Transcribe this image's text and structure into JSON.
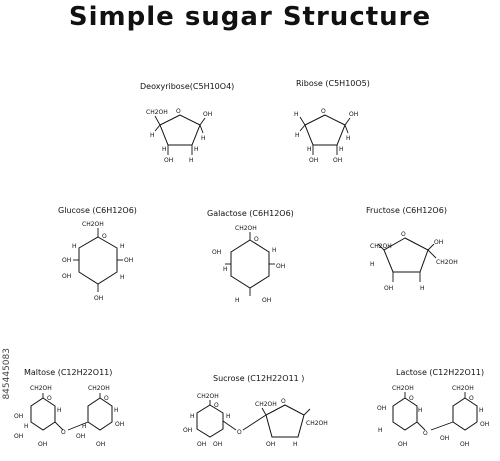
{
  "title": "Simple sugar Structure",
  "stock_id": "845445083",
  "sugars": {
    "deoxyribose": {
      "name": "Deoxyribose(C5H10O4)",
      "ch2oh": "CH2OH",
      "o": "O",
      "oh": "OH",
      "h": "H"
    },
    "ribose": {
      "name": "Ribose (C5H10O5)",
      "o": "O",
      "oh": "OH",
      "h": "H"
    },
    "glucose": {
      "name": "Glucose (C6H12O6)",
      "ch2oh": "CH2OH",
      "o": "O",
      "oh": "OH",
      "h": "H"
    },
    "galactose": {
      "name": "Galactose (C6H12O6)",
      "ch2oh": "CH2OH",
      "o": "O",
      "oh": "OH",
      "h": "H"
    },
    "fructose": {
      "name": "Fructose (C6H12O6)",
      "ch2oh": "CH2OH",
      "o": "O",
      "oh": "OH",
      "h": "H"
    },
    "maltose": {
      "name": "Maltose (C12H22O11)",
      "ch2oh": "CH2OH",
      "o": "O",
      "oh": "OH",
      "h": "H"
    },
    "sucrose": {
      "name": "Sucrose (C12H22O11 )",
      "ch2oh": "CH2OH",
      "o": "O",
      "oh": "OH",
      "h": "H"
    },
    "lactose": {
      "name": "Lactose (C12H22O11)",
      "ch2oh": "CH2OH",
      "o": "O",
      "oh": "OH",
      "h": "H"
    }
  }
}
